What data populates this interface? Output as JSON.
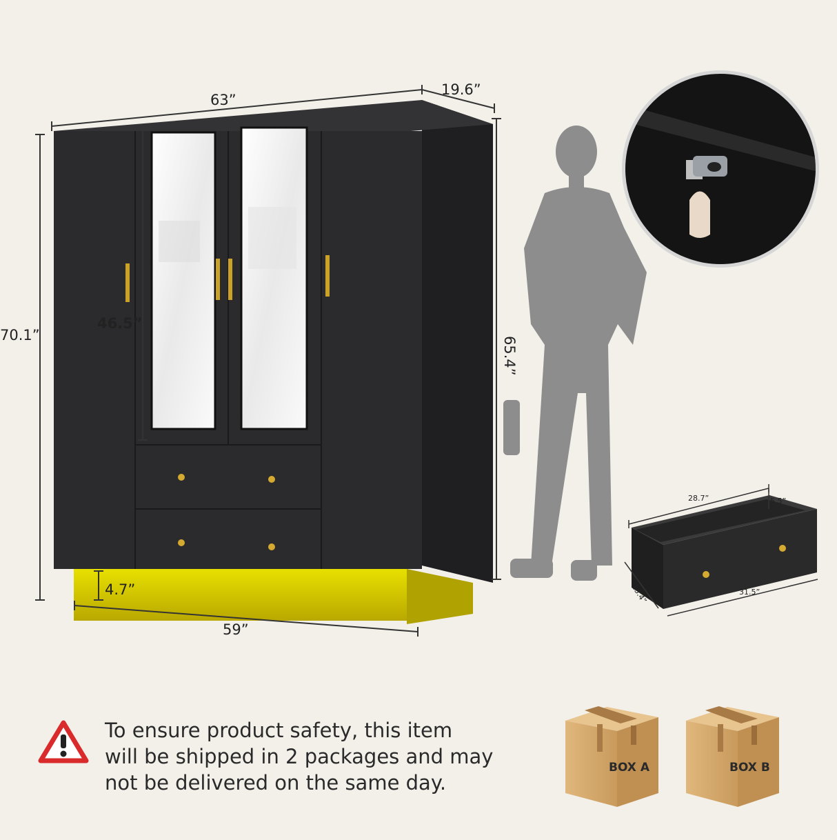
{
  "dimensions": {
    "width": "63”",
    "depth": "19.6”",
    "height": "70.1”",
    "mirror_height": "46.5”",
    "body_height": "65.4”",
    "base_height": "4.7”",
    "base_width": "59”"
  },
  "drawer": {
    "width": "28.7”",
    "height": "5.5”",
    "depth": "13.4”",
    "front_width": "31.5”"
  },
  "notice": {
    "line1": "To ensure product safety, this item",
    "line2": "will be shipped in 2 packages and may",
    "line3": "not be delivered on the same day."
  },
  "boxes": [
    "BOX A",
    "BOX B"
  ],
  "colors": {
    "background": "#f3f0ea",
    "cabinet": "#2a2a2c",
    "gold": "#c9a227",
    "base_yellow": "#d8d000",
    "warning_red": "#d92b2b",
    "silhouette": "#8d8d8d",
    "box": "#d4a76a"
  },
  "icons": [
    "warning-icon",
    "box-icon"
  ]
}
